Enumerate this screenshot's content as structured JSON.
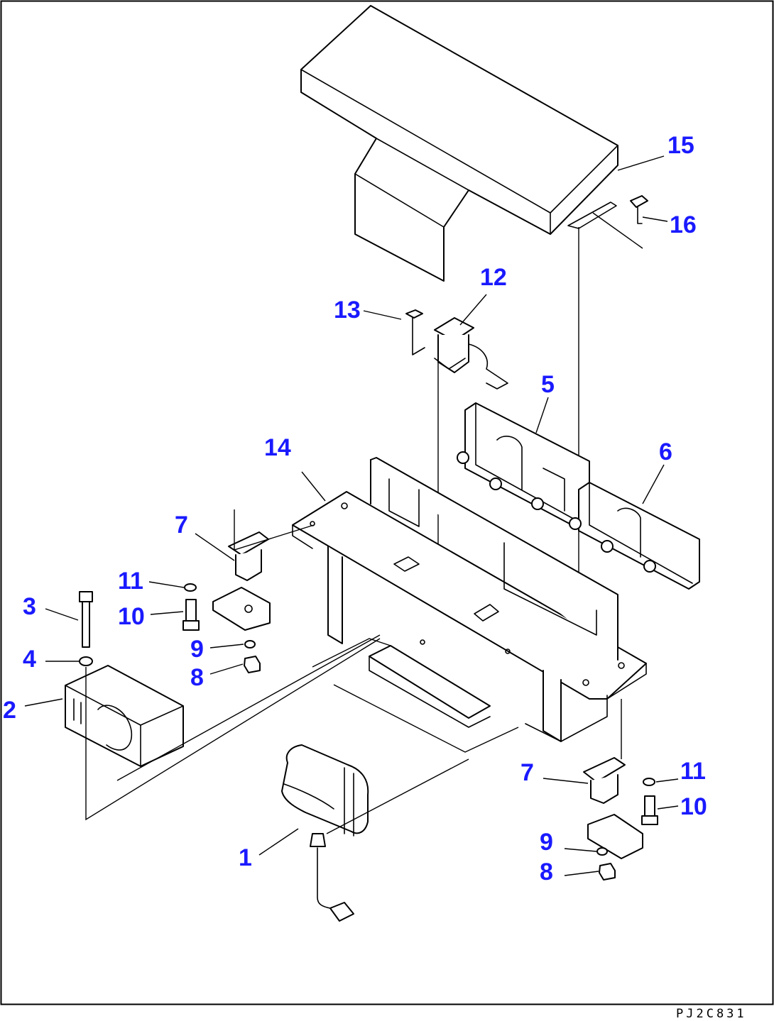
{
  "diagram": {
    "drawing_code": "PJ2C831",
    "callouts": [
      "1",
      "2",
      "3",
      "4",
      "5",
      "6",
      "7",
      "7",
      "8",
      "8",
      "9",
      "9",
      "10",
      "10",
      "11",
      "11",
      "12",
      "13",
      "14",
      "15",
      "16"
    ],
    "callout_color": "#1a1aff",
    "line_color": "#000000",
    "background": "#ffffff"
  }
}
